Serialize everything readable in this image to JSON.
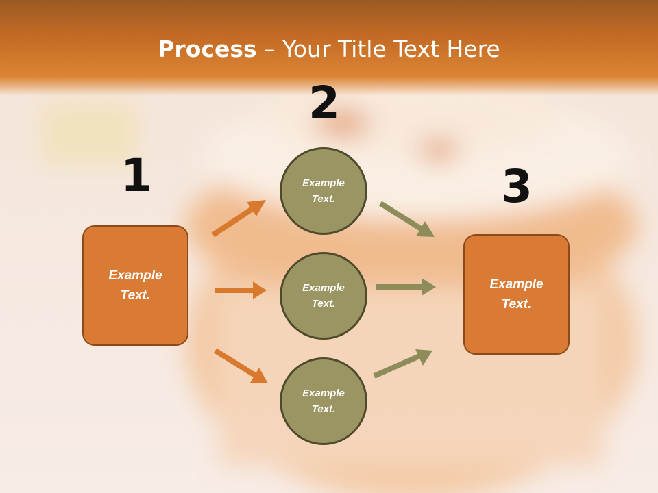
{
  "title": {
    "bold": "Process",
    "rest": " – Your Title Text Here"
  },
  "steps": [
    {
      "number": "1",
      "box_label": [
        "Example",
        "Text."
      ]
    },
    {
      "number": "2",
      "circles": [
        [
          "Example",
          "Text."
        ],
        [
          "Example",
          "Text."
        ],
        [
          "Example",
          "Text."
        ]
      ]
    },
    {
      "number": "3",
      "box_label": [
        "Example",
        "Text."
      ]
    }
  ],
  "colors": {
    "header": "#c46c25",
    "box_fill": "#d97b35",
    "box_border": "#8a4a1c",
    "circle_fill": "#9a9562",
    "circle_border": "#4e4a2c",
    "arrow_orange": "#d9792e",
    "arrow_olive": "#8f8c5c"
  }
}
